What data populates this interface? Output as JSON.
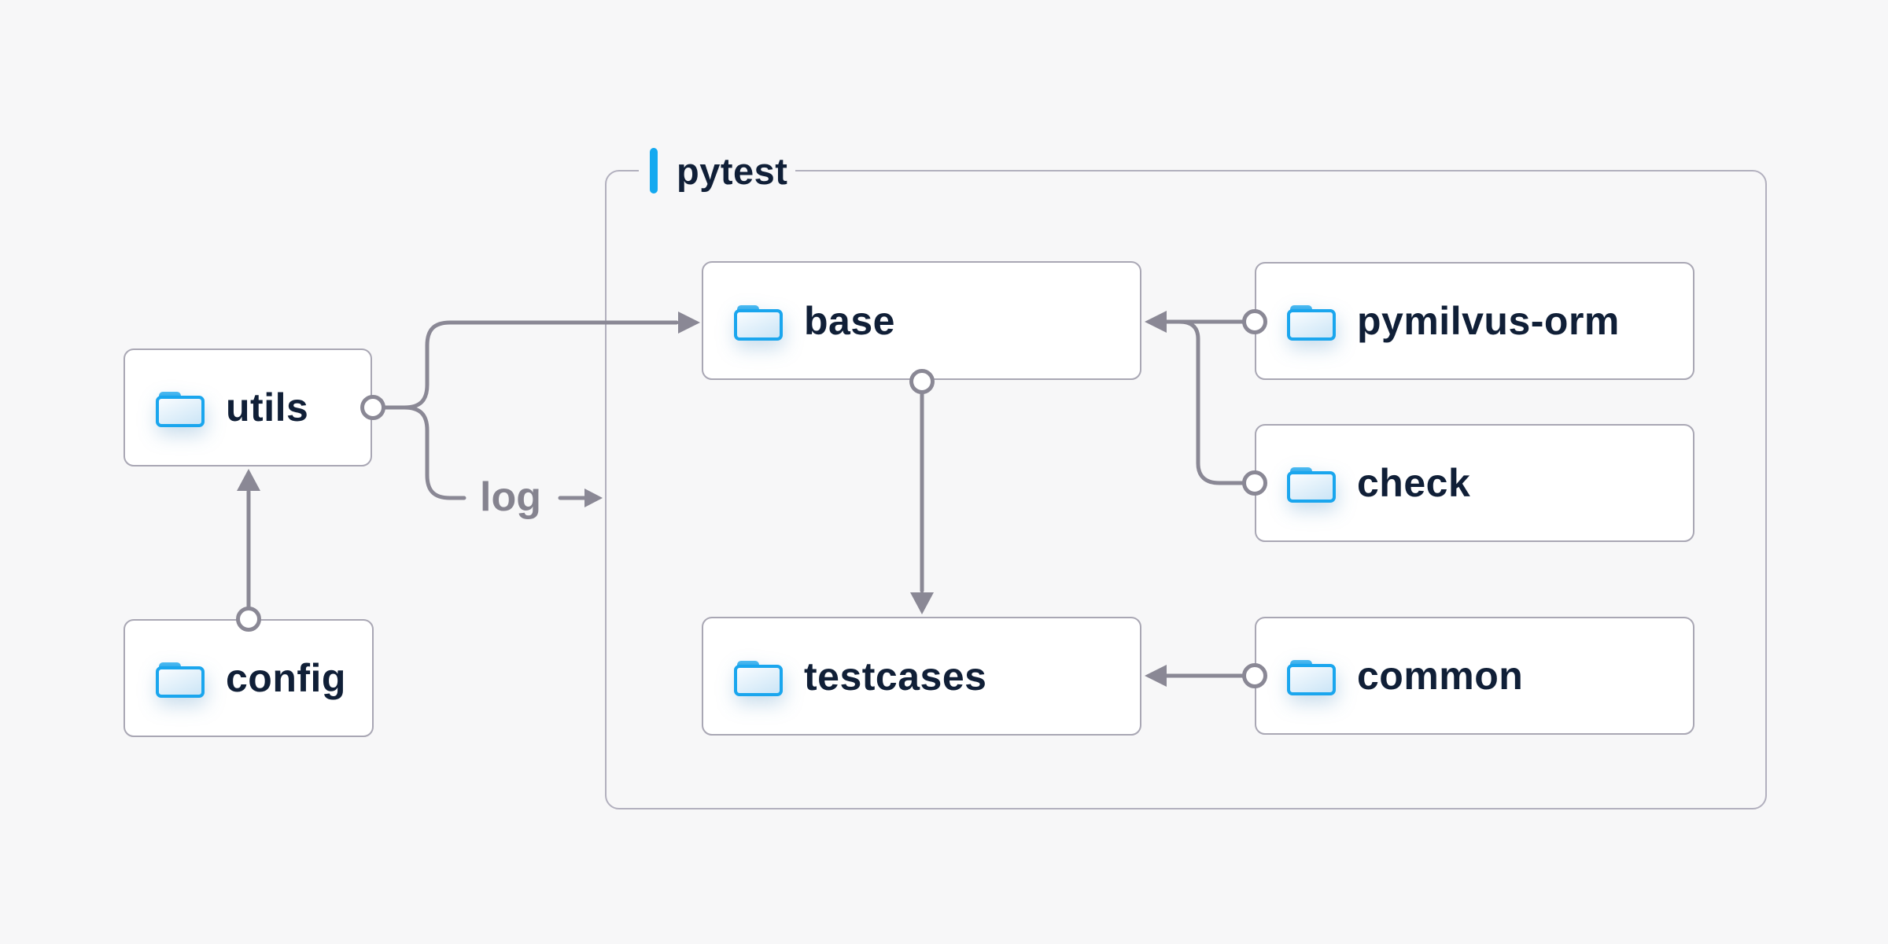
{
  "diagram": {
    "background": "#f7f7f8",
    "container": {
      "label": "pytest",
      "accent_color": "#14a9f0",
      "border_color": "#b2b0be"
    },
    "nodes": {
      "utils": {
        "label": "utils",
        "icon": "folder-icon"
      },
      "config": {
        "label": "config",
        "icon": "folder-icon"
      },
      "base": {
        "label": "base",
        "icon": "folder-icon"
      },
      "pymilvus_orm": {
        "label": "pymilvus-orm",
        "icon": "folder-icon"
      },
      "check": {
        "label": "check",
        "icon": "folder-icon"
      },
      "testcases": {
        "label": "testcases",
        "icon": "folder-icon"
      },
      "common": {
        "label": "common",
        "icon": "folder-icon"
      }
    },
    "edges": {
      "config_to_utils": {
        "from": "config",
        "to": "utils"
      },
      "utils_to_base": {
        "from": "utils",
        "to": "base"
      },
      "utils_to_log": {
        "from": "utils",
        "to": "log-output",
        "label": "log"
      },
      "pymilvus_orm_to_base": {
        "from": "pymilvus-orm",
        "to": "base"
      },
      "check_to_base": {
        "from": "check",
        "to": "base"
      },
      "base_to_testcases": {
        "from": "base",
        "to": "testcases"
      },
      "common_to_testcases": {
        "from": "common",
        "to": "testcases"
      }
    },
    "colors": {
      "node_fill": "#ffffff",
      "node_border": "#a9a7b4",
      "node_text": "#101f37",
      "connector": "#8a8895",
      "edge_label_text": "#85838f",
      "folder_blue": "#1aa6ee"
    }
  }
}
